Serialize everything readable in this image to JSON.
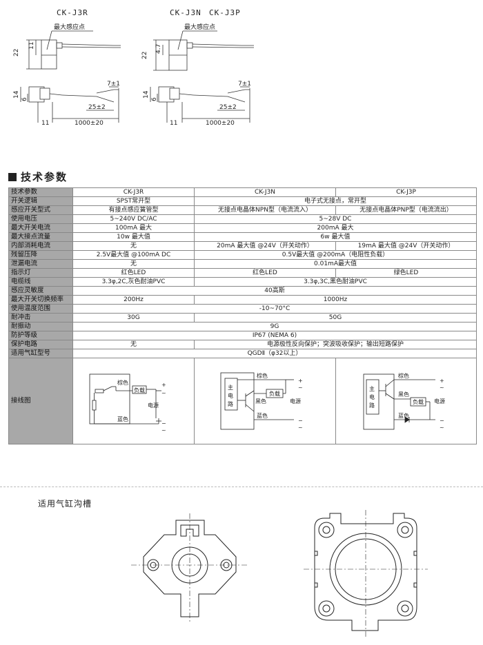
{
  "top": {
    "model_left": "CK-J3R",
    "model_mid_1": "CK-J3N",
    "model_mid_2": "CK-J3P",
    "max_sense_point": "最大感应点",
    "dims": {
      "h22": "22",
      "h11": "11",
      "h47": "4.7",
      "h14": "14",
      "h6": "6",
      "w7": "7±1",
      "w25": "25±2",
      "w11": "11",
      "w1000": "1000±20"
    }
  },
  "section_title": "技术参数",
  "table": {
    "header": {
      "label": "技术参数",
      "c1": "CK-J3R",
      "c2": "CK-J3N",
      "c3": "CK-J3P"
    },
    "rows": [
      {
        "label": "开关逻辑",
        "r": "SPST常开型",
        "np": "电子式无接点，常开型"
      },
      {
        "label": "感应开关型式",
        "r": "有接点感应簧管型",
        "n": "无接点电晶体NPN型（电流流入）",
        "p": "无接点电晶体PNP型（电流流出）"
      },
      {
        "label": "使用电压",
        "r": "5~240V DC/AC",
        "np": "5~28V DC"
      },
      {
        "label": "最大开关电流",
        "r": "100mA 最大",
        "np": "200mA 最大"
      },
      {
        "label": "最大接点流量",
        "r": "10w 最大值",
        "np": "6w 最大值"
      },
      {
        "label": "内部消耗电流",
        "r": "无",
        "n": "20mA 最大值 @24V（开关动作）",
        "p": "19mA 最大值 @24V（开关动作）"
      },
      {
        "label": "残留压降",
        "r": "2.5V最大值 @100mA DC",
        "np": "0.5V最大值 @200mA（电阻性负载）"
      },
      {
        "label": "泄漏电流",
        "r": "无",
        "np": "0.01mA最大值"
      },
      {
        "label": "指示灯",
        "r": "红色LED",
        "n": "红色LED",
        "p": "绿色LED"
      },
      {
        "label": "电缆线",
        "r": "3.3φ,2C,灰色耐油PVC",
        "np": "3.3φ,3C,黑色耐油PVC"
      },
      {
        "label": "感应灵敏度",
        "all": "40高斯"
      },
      {
        "label": "最大开关切换频率",
        "r": "200Hz",
        "np": "1000Hz"
      },
      {
        "label": "使用温度范围",
        "all": "-10~70°C"
      },
      {
        "label": "耐冲击",
        "r": "30G",
        "np": "50G"
      },
      {
        "label": "耐振动",
        "all": "9G"
      },
      {
        "label": "防护等级",
        "all": "IP67 (NEMA 6)"
      },
      {
        "label": "保护电路",
        "r": "无",
        "np": "电源极性反向保护；突波吸收保护；输出短路保护"
      },
      {
        "label": "适用气缸型号",
        "all": "QGDⅡ（φ32以上）"
      }
    ],
    "wiring_label": "接线图"
  },
  "wiring": {
    "brown": "棕色",
    "blue": "蓝色",
    "black": "黑色",
    "load": "负载",
    "power": "电源",
    "main_circuit": [
      "主",
      "电",
      "路"
    ],
    "plus": "+",
    "minus": "−",
    "tilde": "~"
  },
  "groove_title": "适用气缸沟槽"
}
